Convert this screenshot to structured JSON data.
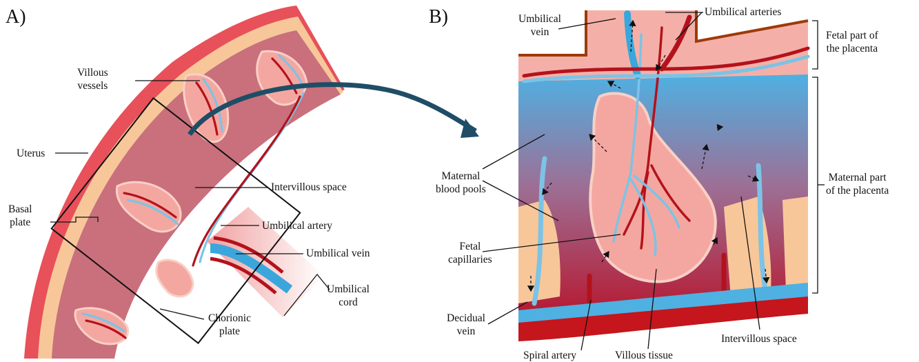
{
  "panels": {
    "a": {
      "letter": "A)",
      "labels": {
        "villous_vessels": "Villous\nvessels",
        "uterus": "Uterus",
        "basal_plate": "Basal\nplate",
        "intervillous_space": "Intervillous space",
        "umbilical_artery": "Umbilical artery",
        "umbilical_vein": "Umbilical vein",
        "umbilical_cord": "Umbilical\ncord",
        "chorionic_plate": "Chorionic\nplate"
      }
    },
    "b": {
      "letter": "B)",
      "labels": {
        "umbilical_vein": "Umbilical\nvein",
        "umbilical_arteries": "Umbilical arteries",
        "fetal_part": "Fetal part of\nthe placenta",
        "maternal_part": "Maternal part\nof the placenta",
        "maternal_blood_pools": "Maternal\nblood pools",
        "fetal_capillaries": "Fetal\ncapillaries",
        "decidual_vein": "Decidual\nvein",
        "spiral_artery": "Spiral artery",
        "villous_tissue": "Villous tissue",
        "intervillous_space": "Intervillous space"
      }
    }
  },
  "colors": {
    "uterus_wall": "#e8505a",
    "tissue_peach": "#f7c79a",
    "intervillous": "#c9707c",
    "villus": "#f4a7a0",
    "artery": "#b3121c",
    "vein": "#7cc3e6",
    "deep_blue": "#3aa6dc",
    "arrow": "#1f4d66",
    "decidua_red": "#c4161c"
  }
}
